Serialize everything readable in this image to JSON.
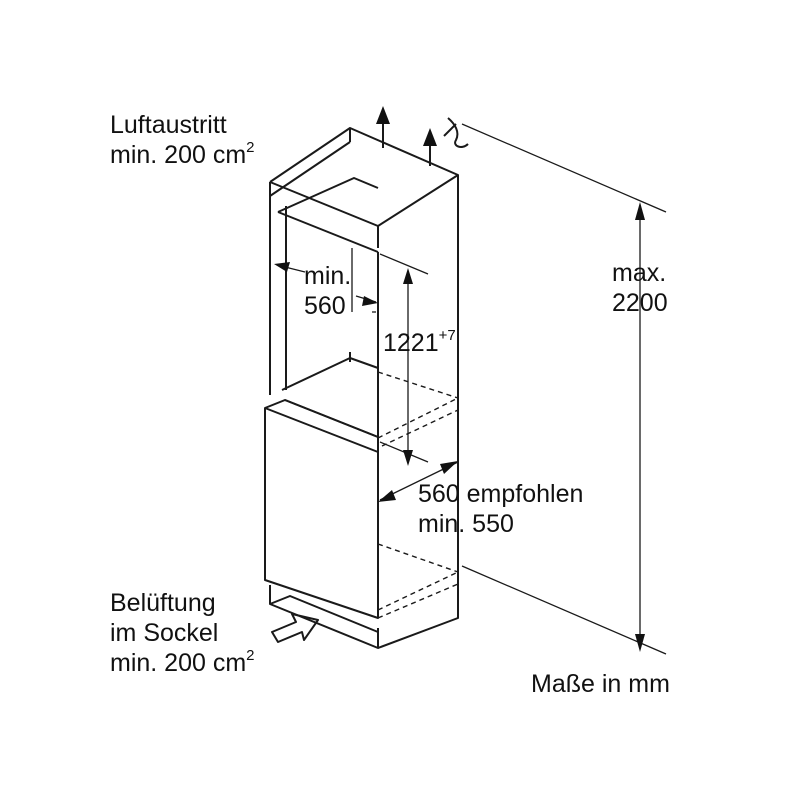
{
  "labels": {
    "air_outlet_line1": "Luftaustritt",
    "air_outlet_line2_base": "min. 200 cm",
    "air_outlet_line2_sup": "2",
    "ventilation_line1": "Belüftung",
    "ventilation_line2": "im Sockel",
    "ventilation_line3_base": "min. 200 cm",
    "ventilation_line3_sup": "2",
    "width_min_line1": "min.",
    "width_min_line2": "560",
    "niche_height_base": "1221",
    "niche_height_sup": "+7",
    "max_height_line1": "max.",
    "max_height_line2": "2200",
    "depth_line1": "560 empfohlen",
    "depth_line2": "min. 550",
    "units": "Maße in mm"
  },
  "colors": {
    "line": "#1a1a1a",
    "background": "#ffffff"
  }
}
